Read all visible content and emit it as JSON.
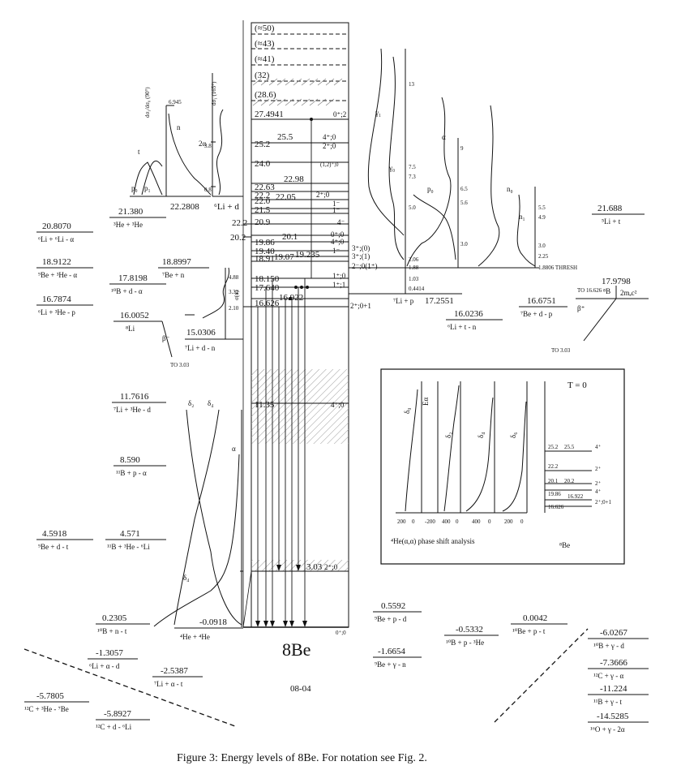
{
  "title": "8Be",
  "caption": "Figure 3: Energy levels of 8Be. For notation see Fig. 2.",
  "code": "08-04",
  "levels": [
    {
      "e": "(≈50)",
      "jp": ""
    },
    {
      "e": "(≈43)",
      "jp": ""
    },
    {
      "e": "(≈41)",
      "jp": ""
    },
    {
      "e": "(32)",
      "jp": ""
    },
    {
      "e": "(28.6)",
      "jp": ""
    },
    {
      "e": "27.4941",
      "jp": "0⁺;2"
    },
    {
      "e": "25.2",
      "jp": "2⁺;0"
    },
    {
      "e": "25.5",
      "jp": "4⁺;0"
    },
    {
      "e": "24.0",
      "jp": "(1,2)⁺;0"
    },
    {
      "e": "22.98",
      "jp": ""
    },
    {
      "e": "22.63",
      "jp": ""
    },
    {
      "e": "22.2",
      "jp": ""
    },
    {
      "e": "22.0",
      "jp": "2⁺;0"
    },
    {
      "e": "22.05",
      "jp": "1⁻"
    },
    {
      "e": "21.5",
      "jp": "1⁻"
    },
    {
      "e": "20.9",
      "jp": "4⁻"
    },
    {
      "e": "20.1",
      "jp": "0⁺;0"
    },
    {
      "e": "19.86",
      "jp": "4⁺;0"
    },
    {
      "e": "19.40",
      "jp": "3⁺;(0)"
    },
    {
      "e": "19.235",
      "jp": "3⁺;(1)"
    },
    {
      "e": "19.07",
      "jp": "1⁻"
    },
    {
      "e": "18.91",
      "jp": "2⁻;0(1⁺)"
    },
    {
      "e": "18.150",
      "jp": "1⁺;0"
    },
    {
      "e": "17.640",
      "jp": "1⁺;1"
    },
    {
      "e": "16.922",
      "jp": ""
    },
    {
      "e": "16.626",
      "jp": "2⁺;0+1"
    },
    {
      "e": "11.35",
      "jp": "4⁺;0"
    },
    {
      "e": "3.03",
      "jp": "2⁺;0"
    },
    {
      "e": "0",
      "jp": "0⁺;0"
    }
  ],
  "channels_left": [
    {
      "e": "20.8070",
      "r": "⁶Li + ⁶Li - α"
    },
    {
      "e": "18.9122",
      "r": "⁹Be + ³He - α"
    },
    {
      "e": "16.7874",
      "r": "⁶Li + ³He - p"
    },
    {
      "e": "21.380",
      "r": "³He + ³He"
    },
    {
      "e": "17.8198",
      "r": "¹⁰B + d - α"
    },
    {
      "e": "18.8997",
      "r": "⁷Be + n"
    },
    {
      "e": "16.0052",
      "r": "⁸Li"
    },
    {
      "e": "15.0306",
      "r": "⁷Li + d - n"
    },
    {
      "e": "11.7616",
      "r": "⁷Li + ³He - d"
    },
    {
      "e": "8.590",
      "r": "¹¹B + p - α"
    },
    {
      "e": "4.5918",
      "r": "⁹Be + d - t"
    },
    {
      "e": "4.571",
      "r": "¹¹B + ³He - ⁶Li"
    },
    {
      "e": "0.2305",
      "r": "¹⁰B + n - t"
    },
    {
      "e": "-0.0918",
      "r": "⁴He + ⁴He"
    },
    {
      "e": "-1.3057",
      "r": "⁶Li + α - d"
    },
    {
      "e": "-2.5387",
      "r": "⁷Li + α - t"
    },
    {
      "e": "-5.7805",
      "r": "¹²C + ³He - ⁷Be"
    },
    {
      "e": "-5.8927",
      "r": "¹²C + d - ⁶Li"
    }
  ],
  "channels_right": [
    {
      "e": "17.2551",
      "r": "⁷Li + p"
    },
    {
      "e": "16.0236",
      "r": "⁶Li + t - n"
    },
    {
      "e": "21.688",
      "r": "⁵Li + t"
    },
    {
      "e": "16.6751",
      "r": "⁷Be + d - p"
    },
    {
      "e": "17.9798",
      "r": "⁸B"
    },
    {
      "e": "0.5592",
      "r": "⁹Be + p - d"
    },
    {
      "e": "-1.6654",
      "r": "⁹Be + γ - n"
    },
    {
      "e": "-0.5332",
      "r": "¹⁰B + p - ³He"
    },
    {
      "e": "0.0042",
      "r": "¹⁰Be + p - t"
    },
    {
      "e": "-6.0267",
      "r": "¹⁰B + γ - d"
    },
    {
      "e": "-7.3666",
      "r": "¹²C + γ - α"
    },
    {
      "e": "-11.224",
      "r": "¹¹B + γ - t"
    },
    {
      "e": "-14.5285",
      "r": "¹⁶O + γ - 2α"
    }
  ],
  "misc": {
    "lab_e1": "22.2808",
    "lab_e2": "20.2",
    "lab_e3": "22.2",
    "ch_li_d": "⁶Li + d",
    "thresh": "1.8806 THRESH",
    "beta_minus": "β⁻",
    "beta_plus": "β⁺",
    "to1": "TO 3.03",
    "to2": "TO 3.03",
    "twomec2": "2mₑc²",
    "b8": "⁸B",
    "to_lbl": "TO 16.626",
    "ax_dsig1": "dσ₁/dσ₀ (90°)",
    "ax_dsig2": "dσ₁ (165°)",
    "ax_sigma": "σ(n)",
    "gamma1": "γ₁",
    "gamma0": "γ₀",
    "alpha": "α",
    "n0": "n₀",
    "n1": "n₁",
    "p0": "p₀",
    "p1": "p₁",
    "t": "t",
    "n": "n",
    "two_alpha": "2α",
    "alpha_side": "α",
    "d0": "δ₀",
    "d4": "δ₄",
    "d2": "δ₂",
    "d4b": "δ₄"
  },
  "inset": {
    "title": "T = 0",
    "caption": "⁴He(α,α) phase shift analysis",
    "be_label": "⁸Be",
    "labels": [
      "δ₀",
      "Eα",
      "δ₂",
      "δ₄",
      "δ₆"
    ],
    "levels": [
      {
        "e": "25.2",
        "e2": "25.5",
        "jp": "4⁺"
      },
      {
        "e": "22.2",
        "jp": "2⁺"
      },
      {
        "e": "20.1",
        "e2": "20.2",
        "jp": "2⁺"
      },
      {
        "e": "19.86",
        "jp": "4⁺"
      },
      {
        "e": "16.922",
        "jp": "2⁺;0+1"
      },
      {
        "e": "16.626",
        "jp": ""
      }
    ],
    "ticks": [
      "200",
      "0",
      "-200",
      "400",
      "0",
      "400",
      "0",
      "200",
      "0"
    ]
  }
}
